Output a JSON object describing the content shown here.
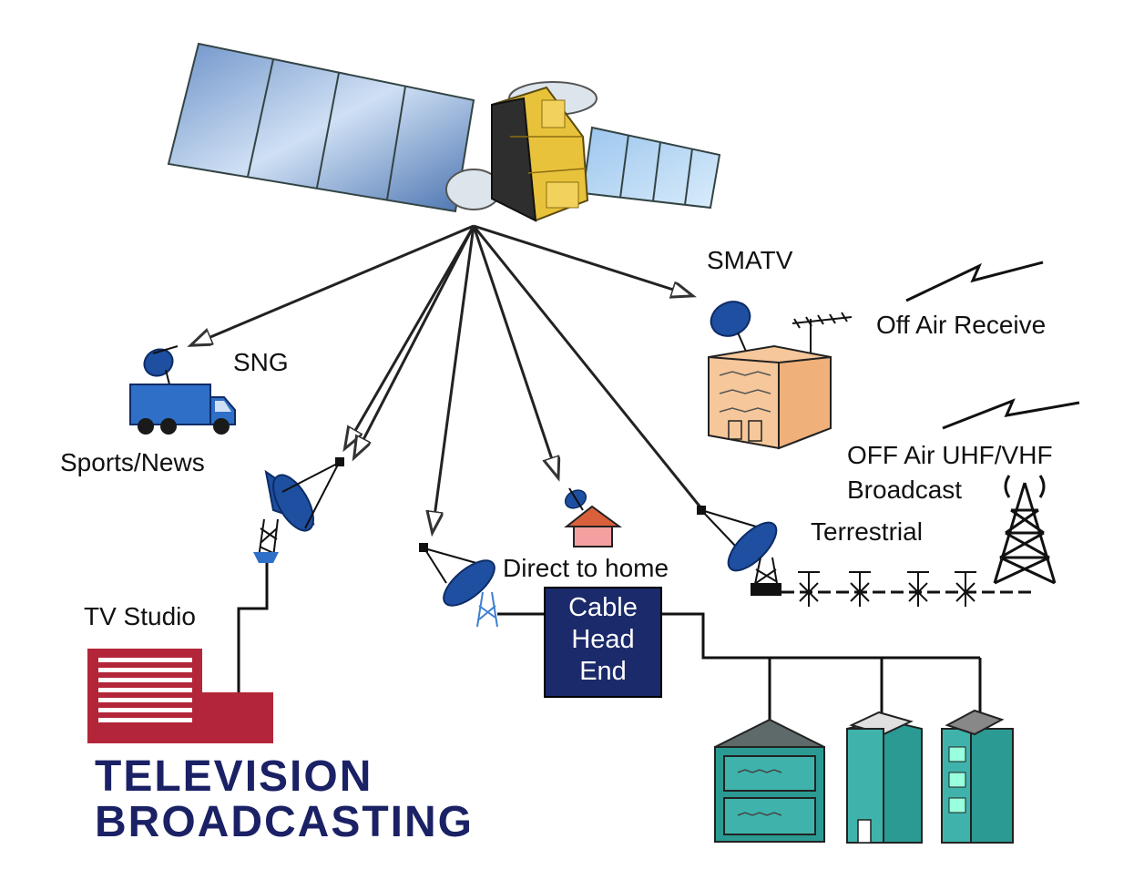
{
  "labels": {
    "smatv": "SMATV",
    "off_air_receive": "Off Air Receive",
    "sng": "SNG",
    "sports_news": "Sports/News",
    "off_air_broadcast_line1": "OFF Air UHF/VHF",
    "off_air_broadcast_line2": "Broadcast",
    "terrestrial": "Terrestrial",
    "direct_to_home": "Direct to home",
    "tv_studio": "TV Studio",
    "cable_head_end_line1": "Cable",
    "cable_head_end_line2": "Head",
    "cable_head_end_line3": "End"
  },
  "title": {
    "line1": "TELEVISION",
    "line2": "BROADCASTING"
  },
  "colors": {
    "truck": "#2f6fc7",
    "dish": "#1e4fa0",
    "studio": "#b3263a",
    "cable_box": "#1b2a6b",
    "building": "#f6c79a",
    "house_roof": "#d9603a",
    "house_body": "#f4a0a0",
    "towers": "#2a9a93",
    "satellite_body": "#e8c23a",
    "title": "#1b2165"
  }
}
